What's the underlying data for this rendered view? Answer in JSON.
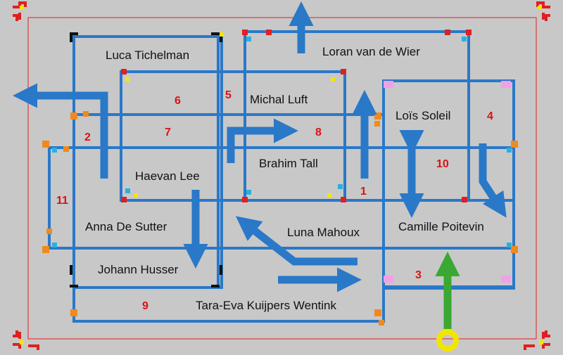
{
  "colors": {
    "background": "#c8c8c8",
    "frame": "#e02020",
    "track": "#2a78c8",
    "arrow": "#2a78c8",
    "entrance_arrow": "#3aa832",
    "entrance_marker": "#f2e600",
    "room_number": "#dd1111"
  },
  "people": [
    {
      "id": "luca",
      "label": "Luca Tichelman"
    },
    {
      "id": "loran",
      "label": "Loran van de Wier"
    },
    {
      "id": "michal",
      "label": "Michal Luft"
    },
    {
      "id": "lois",
      "label": "Loïs Soleil"
    },
    {
      "id": "brahim",
      "label": "Brahim Tall"
    },
    {
      "id": "haevan",
      "label": "Haevan Lee"
    },
    {
      "id": "anna",
      "label": "Anna De Sutter"
    },
    {
      "id": "luna",
      "label": "Luna Mahoux"
    },
    {
      "id": "camille",
      "label": "Camille Poitevin"
    },
    {
      "id": "johann",
      "label": "Johann Husser"
    },
    {
      "id": "tara",
      "label": "Tara-Eva Kuijpers Wentink"
    }
  ],
  "room_numbers": [
    {
      "id": "r1",
      "label": "1"
    },
    {
      "id": "r2",
      "label": "2"
    },
    {
      "id": "r3",
      "label": "3"
    },
    {
      "id": "r4",
      "label": "4"
    },
    {
      "id": "r5",
      "label": "5"
    },
    {
      "id": "r6",
      "label": "6"
    },
    {
      "id": "r7",
      "label": "7"
    },
    {
      "id": "r8",
      "label": "8"
    },
    {
      "id": "r9",
      "label": "9"
    },
    {
      "id": "r10",
      "label": "10"
    },
    {
      "id": "r11",
      "label": "11"
    }
  ]
}
